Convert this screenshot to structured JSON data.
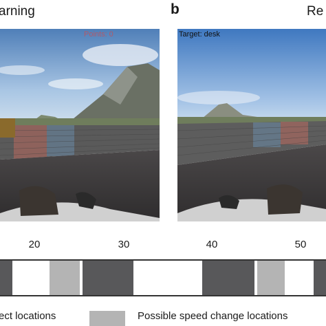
{
  "panels": {
    "left": {
      "heading": "arning",
      "hud": "Points: 0"
    },
    "right": {
      "letter": "b",
      "heading": "Re",
      "hud": "Target: desk"
    }
  },
  "axis": {
    "ticks": [
      "20",
      "30",
      "40",
      "50"
    ]
  },
  "timeline": {
    "segments": [
      {
        "kind": "object",
        "color": "#58585a"
      },
      {
        "kind": "empty",
        "color": "#ffffff"
      },
      {
        "kind": "speed",
        "color": "#b4b4b4"
      },
      {
        "kind": "empty",
        "color": "#ffffff"
      },
      {
        "kind": "object",
        "color": "#58585a"
      },
      {
        "kind": "empty",
        "color": "#ffffff"
      },
      {
        "kind": "object",
        "color": "#58585a"
      },
      {
        "kind": "empty",
        "color": "#ffffff"
      },
      {
        "kind": "speed",
        "color": "#b4b4b4"
      },
      {
        "kind": "empty",
        "color": "#ffffff"
      },
      {
        "kind": "object",
        "color": "#58585a"
      }
    ]
  },
  "legend": {
    "object_label": "ect locations",
    "speed_label": "Possible speed change locations"
  },
  "colors": {
    "object": "#58585a",
    "speed": "#b4b4b4",
    "hud_points": "#b05a6a"
  }
}
